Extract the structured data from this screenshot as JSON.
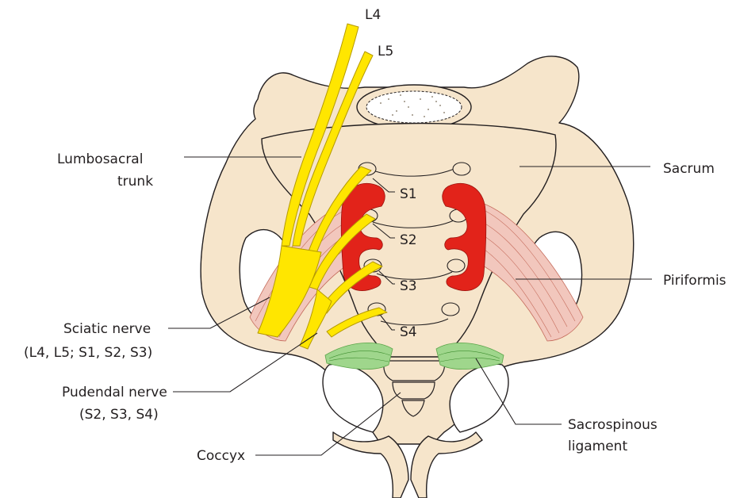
{
  "labels": {
    "l4": "L4",
    "l5": "L5",
    "lumbosacral_1": "Lumbosacral",
    "lumbosacral_2": "trunk",
    "sacrum": "Sacrum",
    "s1": "S1",
    "s2": "S2",
    "s3": "S3",
    "s4": "S4",
    "piriformis": "Piriformis",
    "sciatic_1": "Sciatic nerve",
    "sciatic_2": "(L4, L5; S1, S2, S3)",
    "pudendal_1": "Pudendal nerve",
    "pudendal_2": "(S2, S3, S4)",
    "coccyx": "Coccyx",
    "sacrospinous_1": "Sacrospinous",
    "sacrospinous_2": "ligament"
  },
  "colors": {
    "bone": "#f6e5cb",
    "bone_outline": "#231f20",
    "nerve": "#ffe600",
    "nerve_outline": "#b59a00",
    "muscle": "#e7b0a4",
    "foramen_red": "#e2231a",
    "ligament": "#7cc46a"
  }
}
